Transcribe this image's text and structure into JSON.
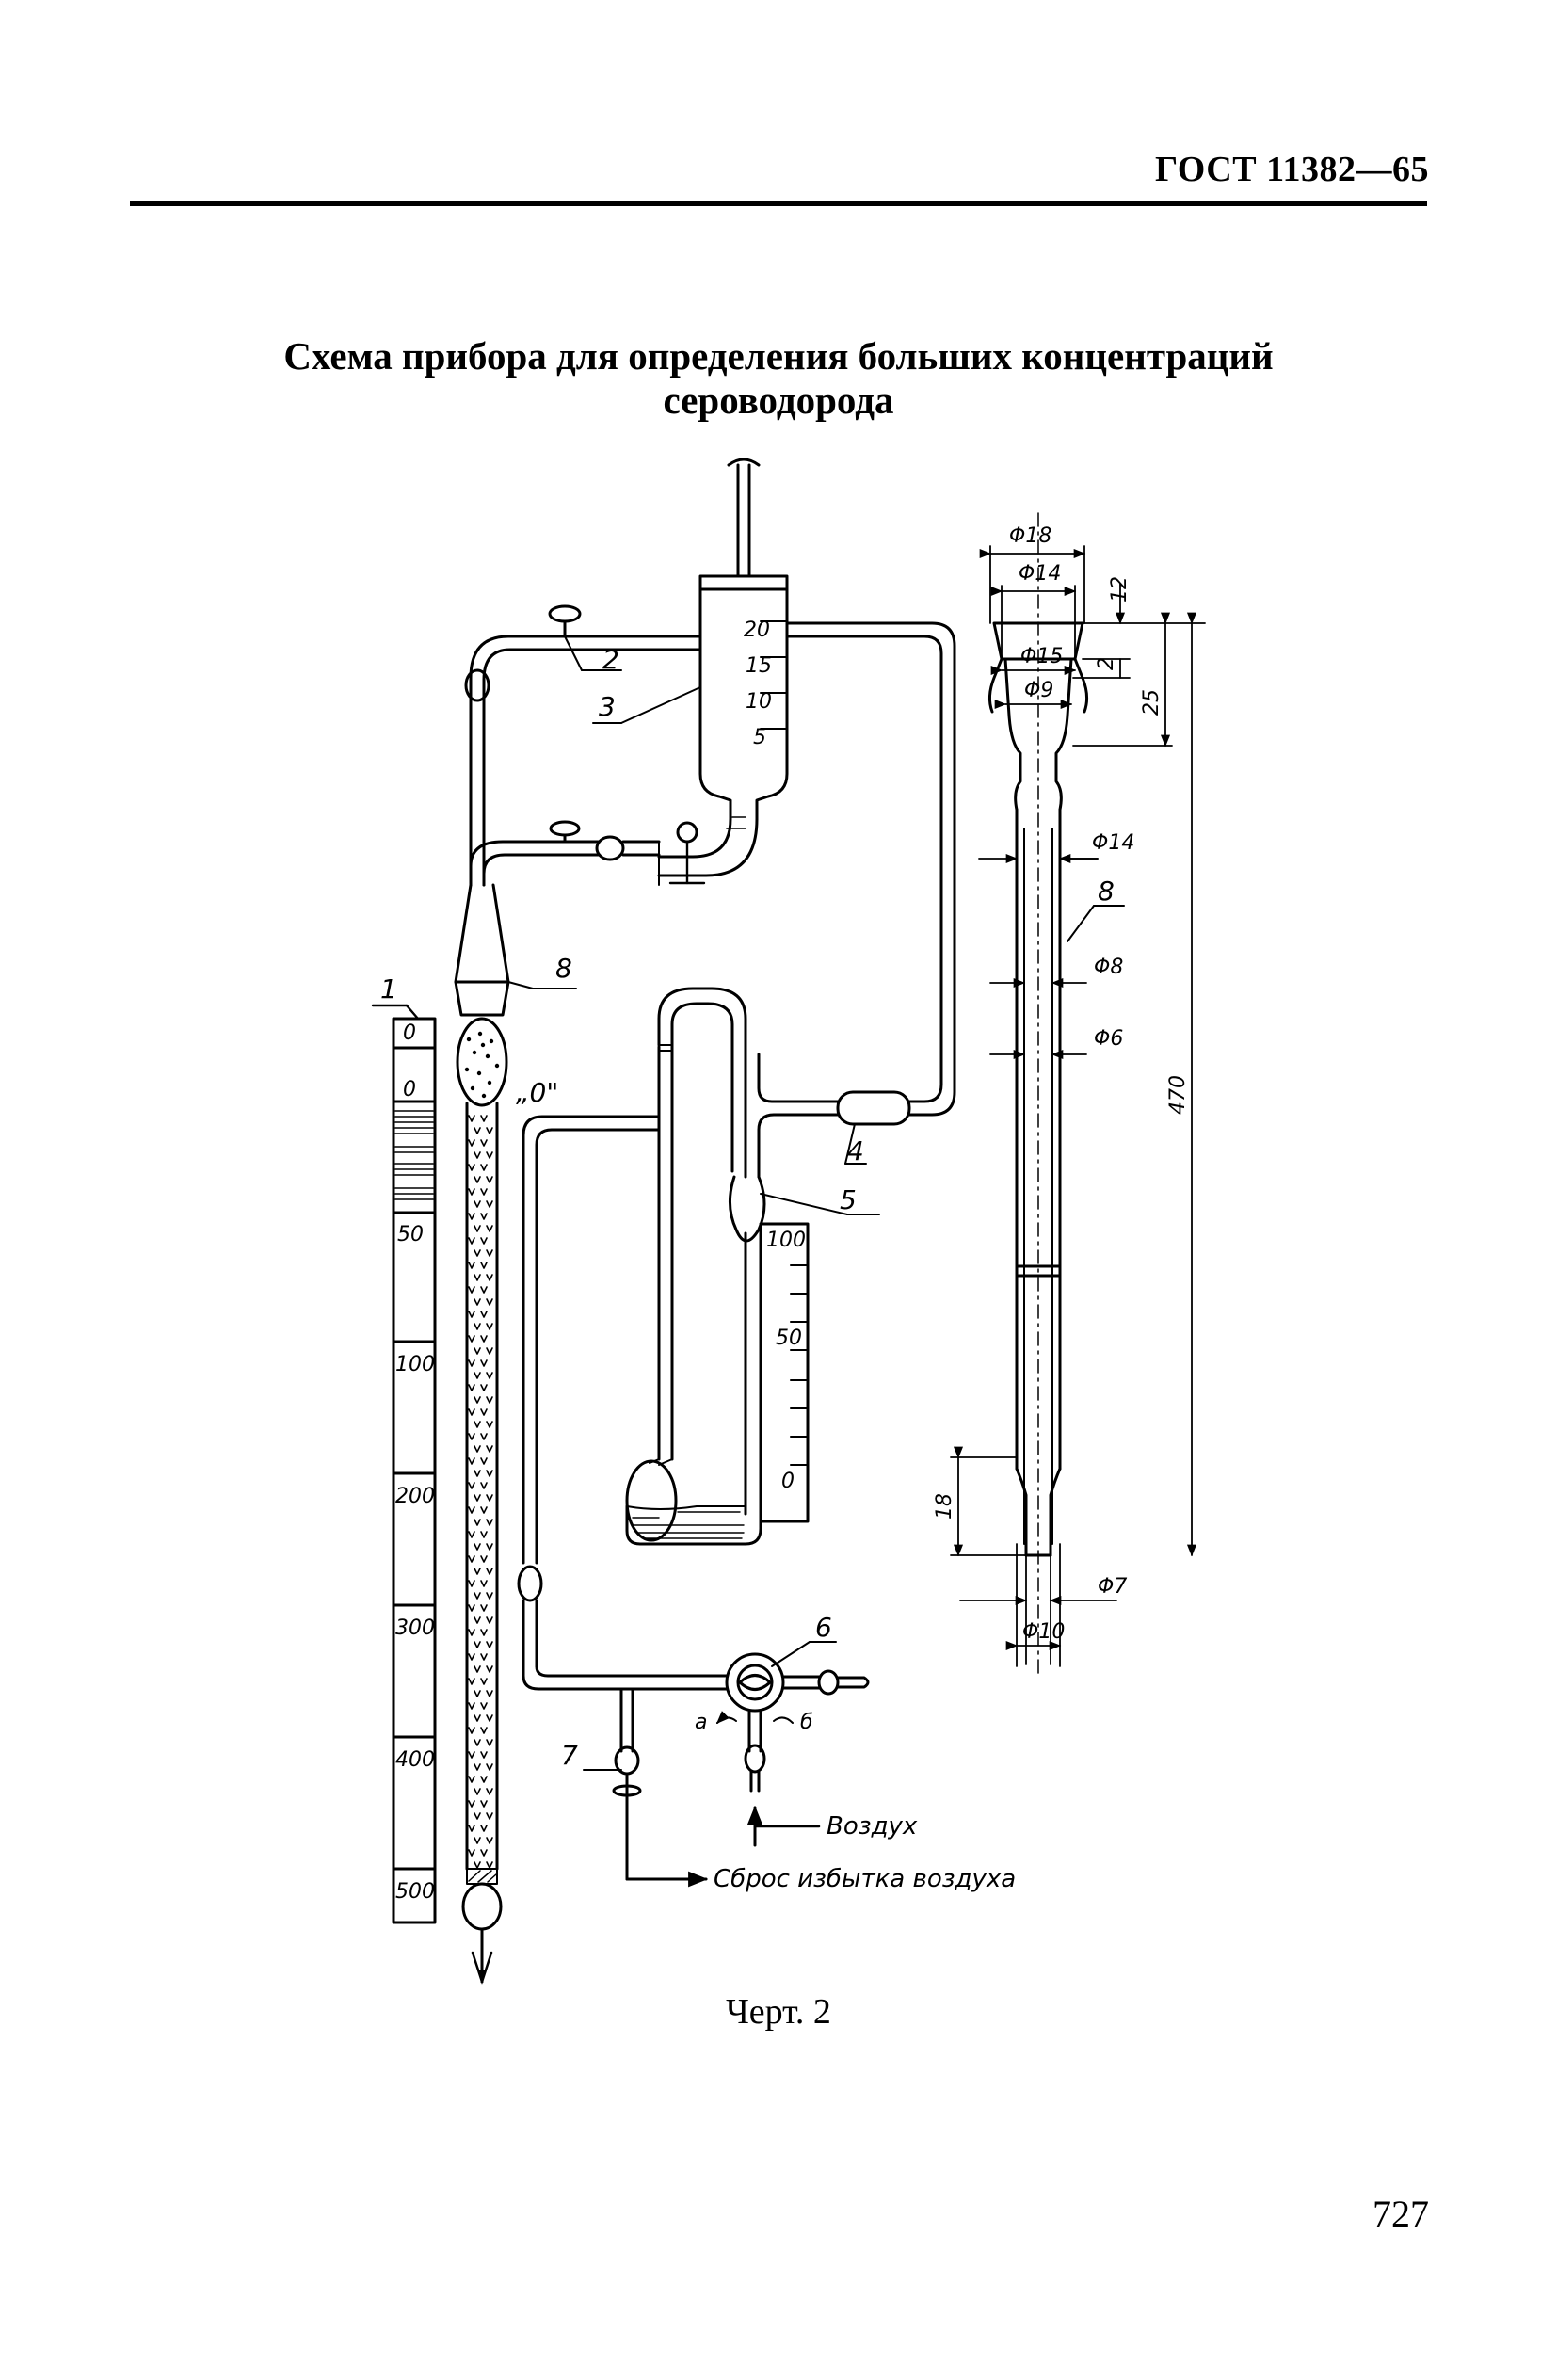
{
  "header": {
    "standard_code": "ГОСТ 11382—65"
  },
  "title": {
    "line1": "Схема прибора для определения больших концентраций",
    "line2": "сероводорода"
  },
  "drawing": {
    "callouts": [
      "1",
      "2",
      "3",
      "4",
      "5",
      "6",
      "7",
      "8",
      "8"
    ],
    "zero_mark": "„0\"",
    "left_scale": {
      "top_label": "0",
      "labels": [
        "0",
        "50",
        "100",
        "200",
        "300",
        "400",
        "500"
      ]
    },
    "syringe_scale": [
      "20",
      "15",
      "10",
      "5"
    ],
    "manometer_scale": [
      "100",
      "50",
      "0"
    ],
    "flow_labels": {
      "a": "а",
      "b": "б"
    },
    "air_in": "Воздух",
    "air_out": "Сброс избытка воздуха",
    "dimensions": {
      "d18": "Φ18",
      "d14_top": "Φ14",
      "d15": "Φ15",
      "d9": "Φ9",
      "d14": "Φ14",
      "d8": "Φ8",
      "d6": "Φ6",
      "d7": "Φ7",
      "d10": "Φ10",
      "len12": "12",
      "len2": "2",
      "len25": "25",
      "len470": "470",
      "len18": "18"
    }
  },
  "caption": "Черт. 2",
  "page_number": "727"
}
